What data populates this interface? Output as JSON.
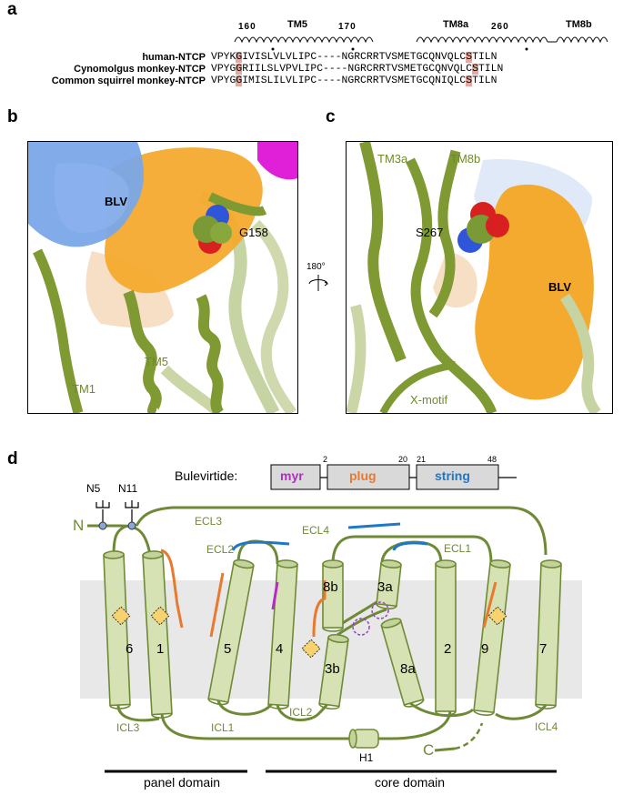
{
  "panels": {
    "a": "a",
    "b": "b",
    "c": "c",
    "d": "d"
  },
  "alignment": {
    "numbers": [
      "160",
      "170",
      "260"
    ],
    "segments": [
      "TM5",
      "TM8a",
      "TM8b"
    ],
    "species": [
      "human-NTCP",
      "Cynomolgus monkey-NTCP",
      "Common squirrel monkey-NTCP"
    ],
    "rows": [
      {
        "pre": "VPYK",
        "g": "G",
        "mid": "IVISLVLVLIPC----NGRCRRTVSMETGCQNVQLC",
        "s": "S",
        "post": "TILN"
      },
      {
        "pre": "VPYG",
        "g": "G",
        "mid": "RIILSLVPVLIPC----NGRCRRTVSMETGCQNVQLC",
        "s": "S",
        "post": "TILN"
      },
      {
        "pre": "VPYG",
        "g": "G",
        "mid": "IMISLILVLIPC----NGRCRRTVSMETGCQNIQLC",
        "s": "S",
        "post": "TILN"
      }
    ]
  },
  "panel_b": {
    "labels": {
      "blv": "BLV",
      "g158": "G158",
      "tm5": "TM5",
      "tm1": "TM1"
    }
  },
  "panel_c": {
    "labels": {
      "tm3a": "TM3a",
      "tm8b": "TM8b",
      "s267": "S267",
      "blv": "BLV",
      "xmotif": "X-motif"
    }
  },
  "rotation": {
    "label": "180°"
  },
  "panel_d": {
    "bulevirtide_label": "Bulevirtide:",
    "segments": [
      {
        "name": "myr",
        "color": "#b52bc4"
      },
      {
        "name": "plug",
        "color": "#e8792f"
      },
      {
        "name": "string",
        "color": "#1f77c9"
      }
    ],
    "residue_numbers": [
      "2",
      "20",
      "21",
      "48"
    ],
    "glyco": [
      "N5",
      "N11"
    ],
    "termini": {
      "n": "N",
      "c": "C"
    },
    "loops": {
      "ecl1": "ECL1",
      "ecl2": "ECL2",
      "ecl3": "ECL3",
      "ecl4": "ECL4",
      "icl1": "ICL1",
      "icl2": "ICL2",
      "icl3": "ICL3",
      "icl4": "ICL4",
      "h1": "H1"
    },
    "helices": [
      "6",
      "1",
      "5",
      "4",
      "8b",
      "3b",
      "3a",
      "8a",
      "2",
      "9",
      "7"
    ],
    "domains": {
      "panel": "panel domain",
      "core": "core domain"
    },
    "colors": {
      "helix_fill": "#d6e2b4",
      "helix_stroke": "#6f8a36",
      "membrane": "#e8e8e8",
      "diamond": "#f7d26e"
    }
  }
}
